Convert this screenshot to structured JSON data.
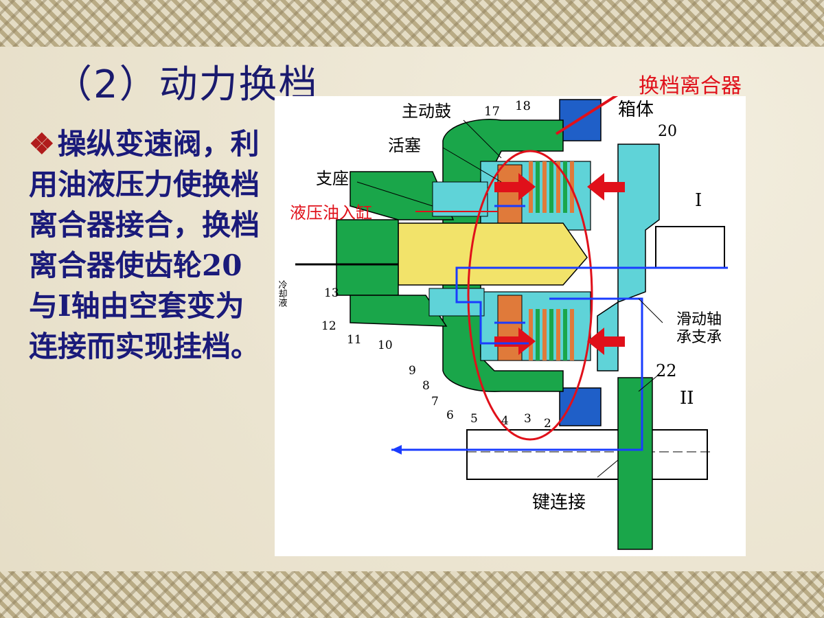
{
  "slide": {
    "title": "（2）动力换档",
    "bullet_mark": "❖",
    "bullet_text": "操纵变速阀，利用油液压力使换档离合器接合，换档离合器使齿轮20与I轴由空套变为连接而实现挂档。",
    "callout": "换档离合器"
  },
  "diagram": {
    "labels": {
      "drum": "主动鼓",
      "n17": "17",
      "n18": "18",
      "housing": "箱体",
      "n20": "20",
      "piston": "活塞",
      "support": "支座",
      "oil_inlet": "液压油入缸",
      "shaft1": "I",
      "cooling": "冷却液",
      "n13": "13",
      "n12": "12",
      "n11": "11",
      "n10": "10",
      "n9": "9",
      "n8": "8",
      "n7": "7",
      "n6": "6",
      "n5": "5",
      "n4": "4",
      "n3": "3",
      "n2": "2",
      "slide_bearing_1": "滑动轴",
      "slide_bearing_2": "承支承",
      "n22": "22",
      "shaft2": "II",
      "key": "键连接"
    },
    "colors": {
      "green": "#1aa64a",
      "cyan": "#5fd3d8",
      "blue": "#1f5fc8",
      "yellow": "#f2e36a",
      "orange": "#e07a3a",
      "red": "#e0101a",
      "flow": "#1a3cff"
    }
  }
}
